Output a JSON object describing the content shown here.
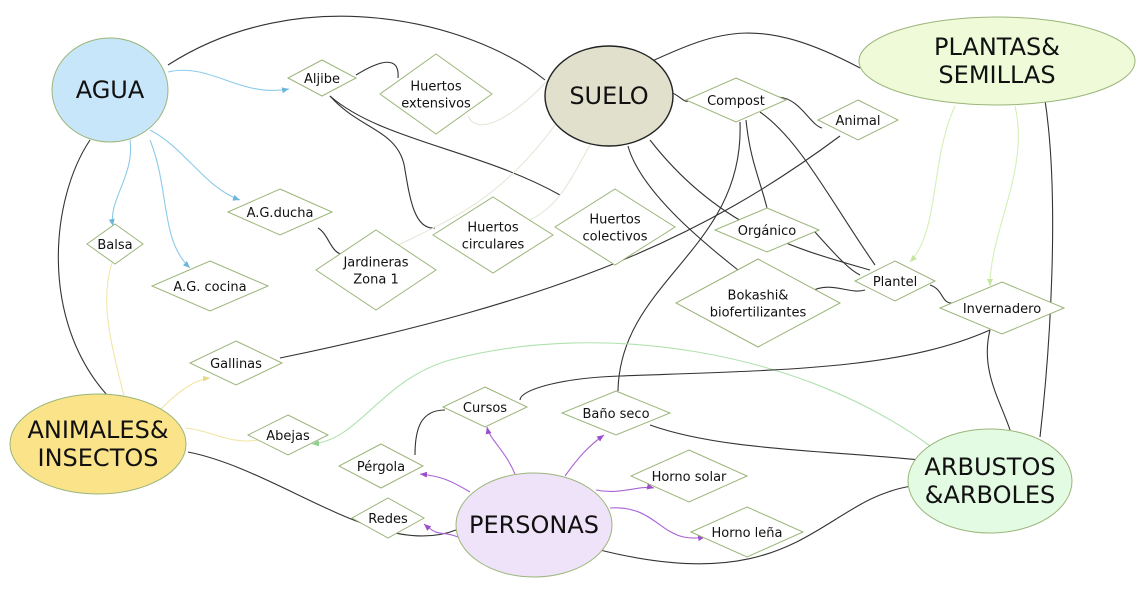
{
  "colors": {
    "agua": "#c8e6fa",
    "suelo": "#e0e0cc",
    "plantas": "#eefad8",
    "animales": "#fbe38a",
    "personas": "#efe3f9",
    "arbustos": "#e3fae3",
    "node_fill": "#ffffff",
    "node_stroke": "#9bb57a",
    "hub_stroke": "#9bb57a",
    "suelo_stroke": "#222222",
    "edge_dark": "#333333",
    "edge_blue": "#8ccbe8",
    "edge_yellow": "#f1e6a8",
    "edge_lightgreen": "#d4f0b6",
    "edge_green": "#b0e2b0",
    "edge_purple": "#a964d4",
    "edge_faint": "#e6e6d8"
  },
  "hubs": [
    {
      "id": "agua",
      "lines": [
        "AGUA"
      ]
    },
    {
      "id": "suelo",
      "lines": [
        "SUELO"
      ]
    },
    {
      "id": "plantas",
      "lines": [
        "PLANTAS&",
        "SEMILLAS"
      ]
    },
    {
      "id": "animales",
      "lines": [
        "ANIMALES&",
        "INSECTOS"
      ]
    },
    {
      "id": "personas",
      "lines": [
        "PERSONAS"
      ]
    },
    {
      "id": "arbustos",
      "lines": [
        "ARBUSTOS",
        "&ARBOLES"
      ]
    }
  ],
  "nodes": [
    {
      "id": "aljibe",
      "lines": [
        "Aljibe"
      ]
    },
    {
      "id": "huertos_ext",
      "lines": [
        "Huertos",
        "extensivos"
      ]
    },
    {
      "id": "compost",
      "lines": [
        "Compost"
      ]
    },
    {
      "id": "animal",
      "lines": [
        "Animal"
      ]
    },
    {
      "id": "agducha",
      "lines": [
        "A.G.ducha"
      ]
    },
    {
      "id": "balsa",
      "lines": [
        "Balsa"
      ]
    },
    {
      "id": "agcocina",
      "lines": [
        "A.G. cocina"
      ]
    },
    {
      "id": "jardineras",
      "lines": [
        "Jardineras",
        "Zona 1"
      ]
    },
    {
      "id": "huertos_circ",
      "lines": [
        "Huertos",
        "circulares"
      ]
    },
    {
      "id": "huertos_col",
      "lines": [
        "Huertos",
        "colectivos"
      ]
    },
    {
      "id": "organico",
      "lines": [
        "Orgánico"
      ]
    },
    {
      "id": "plantel",
      "lines": [
        "Plantel"
      ]
    },
    {
      "id": "bokashi",
      "lines": [
        "Bokashi&",
        "biofertilizantes"
      ]
    },
    {
      "id": "invernadero",
      "lines": [
        "Invernadero"
      ]
    },
    {
      "id": "gallinas",
      "lines": [
        "Gallinas"
      ]
    },
    {
      "id": "abejas",
      "lines": [
        "Abejas"
      ]
    },
    {
      "id": "cursos",
      "lines": [
        "Cursos"
      ]
    },
    {
      "id": "bano",
      "lines": [
        "Baño seco"
      ]
    },
    {
      "id": "pergola",
      "lines": [
        "Pérgola"
      ]
    },
    {
      "id": "horno_solar",
      "lines": [
        "Horno solar"
      ]
    },
    {
      "id": "redes",
      "lines": [
        "Redes"
      ]
    },
    {
      "id": "horno_lena",
      "lines": [
        "Horno leña"
      ]
    }
  ],
  "edges": [
    {
      "from": "agua",
      "to": "aljibe",
      "color": "blue",
      "arrow": true
    },
    {
      "from": "agua",
      "to": "agducha",
      "color": "blue",
      "arrow": true
    },
    {
      "from": "agua",
      "to": "balsa",
      "color": "blue",
      "arrow": true
    },
    {
      "from": "agua",
      "to": "agcocina",
      "color": "blue",
      "arrow": true
    },
    {
      "from": "agua",
      "to": "suelo",
      "color": "dark",
      "arrow": false
    },
    {
      "from": "agua",
      "to": "animales",
      "color": "dark",
      "arrow": false
    },
    {
      "from": "aljibe",
      "to": "huertos_ext",
      "color": "dark",
      "arrow": false
    },
    {
      "from": "aljibe",
      "to": "huertos_circ",
      "color": "dark",
      "arrow": false
    },
    {
      "from": "aljibe",
      "to": "huertos_col",
      "color": "dark",
      "arrow": false
    },
    {
      "from": "agducha",
      "to": "jardineras",
      "color": "dark",
      "arrow": false
    },
    {
      "from": "suelo",
      "to": "compost",
      "color": "dark",
      "arrow": false
    },
    {
      "from": "suelo",
      "to": "plantas",
      "color": "dark",
      "arrow": false
    },
    {
      "from": "suelo",
      "to": "bokashi",
      "color": "dark",
      "arrow": false
    },
    {
      "from": "suelo",
      "to": "plantel",
      "color": "dark",
      "arrow": false
    },
    {
      "from": "suelo",
      "to": "huertos_ext",
      "color": "faint",
      "arrow": false
    },
    {
      "from": "suelo",
      "to": "jardineras",
      "color": "faint",
      "arrow": false
    },
    {
      "from": "suelo",
      "to": "huertos_circ",
      "color": "faint",
      "arrow": false
    },
    {
      "from": "compost",
      "to": "animal",
      "color": "dark",
      "arrow": false
    },
    {
      "from": "compost",
      "to": "organico",
      "color": "dark",
      "arrow": false
    },
    {
      "from": "compost",
      "to": "plantel",
      "color": "dark",
      "arrow": false
    },
    {
      "from": "compost",
      "to": "bano",
      "color": "dark",
      "arrow": false
    },
    {
      "from": "organico",
      "to": "plantel",
      "color": "dark",
      "arrow": false
    },
    {
      "from": "bokashi",
      "to": "plantel",
      "color": "dark",
      "arrow": false
    },
    {
      "from": "plantel",
      "to": "invernadero",
      "color": "dark",
      "arrow": false
    },
    {
      "from": "plantas",
      "to": "plantel",
      "color": "lightgreen",
      "arrow": true
    },
    {
      "from": "plantas",
      "to": "invernadero",
      "color": "lightgreen",
      "arrow": true
    },
    {
      "from": "plantas",
      "to": "arbustos",
      "color": "dark",
      "arrow": false
    },
    {
      "from": "animal",
      "to": "gallinas",
      "color": "dark",
      "arrow": false
    },
    {
      "from": "animales",
      "to": "balsa",
      "color": "yellow",
      "arrow": false
    },
    {
      "from": "animales",
      "to": "gallinas",
      "color": "yellow",
      "arrow": true
    },
    {
      "from": "animales",
      "to": "abejas",
      "color": "yellow",
      "arrow": false
    },
    {
      "from": "animales",
      "to": "personas",
      "color": "dark",
      "arrow": false
    },
    {
      "from": "arbustos",
      "to": "abejas",
      "color": "green",
      "arrow": true
    },
    {
      "from": "arbustos",
      "to": "invernadero",
      "color": "dark",
      "arrow": false
    },
    {
      "from": "arbustos",
      "to": "bano",
      "color": "dark",
      "arrow": false
    },
    {
      "from": "arbustos",
      "to": "personas",
      "color": "dark",
      "arrow": false
    },
    {
      "from": "invernadero",
      "to": "cursos",
      "color": "dark",
      "arrow": false
    },
    {
      "from": "cursos",
      "to": "pergola",
      "color": "dark",
      "arrow": false
    },
    {
      "from": "personas",
      "to": "cursos",
      "color": "purple",
      "arrow": true
    },
    {
      "from": "personas",
      "to": "pergola",
      "color": "purple",
      "arrow": true
    },
    {
      "from": "personas",
      "to": "bano",
      "color": "purple",
      "arrow": true
    },
    {
      "from": "personas",
      "to": "horno_solar",
      "color": "purple",
      "arrow": true
    },
    {
      "from": "personas",
      "to": "redes",
      "color": "purple",
      "arrow": true
    },
    {
      "from": "personas",
      "to": "horno_lena",
      "color": "purple",
      "arrow": true
    }
  ]
}
